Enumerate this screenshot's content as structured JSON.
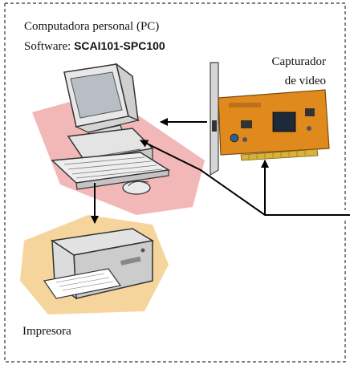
{
  "pc_label": "Computadora personal (PC)",
  "software_prefix": "Software: ",
  "software_name": "SCAI101-SPC100",
  "capture_label_line1": "Capturador",
  "capture_label_line2": "de video",
  "printer_label": "Impresora",
  "colors": {
    "border": "#333333",
    "pink_shadow": "#f2b8b8",
    "tan_shadow": "#f5d59c",
    "pcb": "#e08a1e",
    "monitor": "#ececec",
    "arrow": "#000000"
  },
  "icons": [
    "computer-icon",
    "capture-card-icon",
    "printer-icon"
  ]
}
